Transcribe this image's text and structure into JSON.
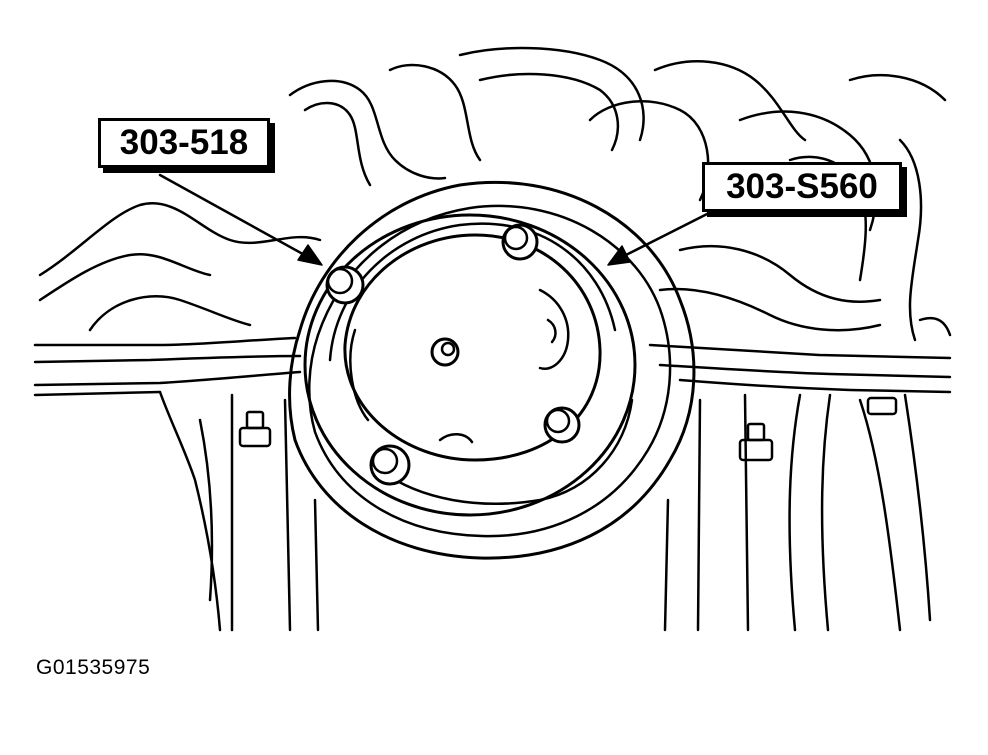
{
  "callouts": {
    "left_tool": "303-518",
    "right_tool": "303-S560"
  },
  "figure_id": "G01535975",
  "colors": {
    "line": "#000000",
    "background": "#ffffff"
  }
}
